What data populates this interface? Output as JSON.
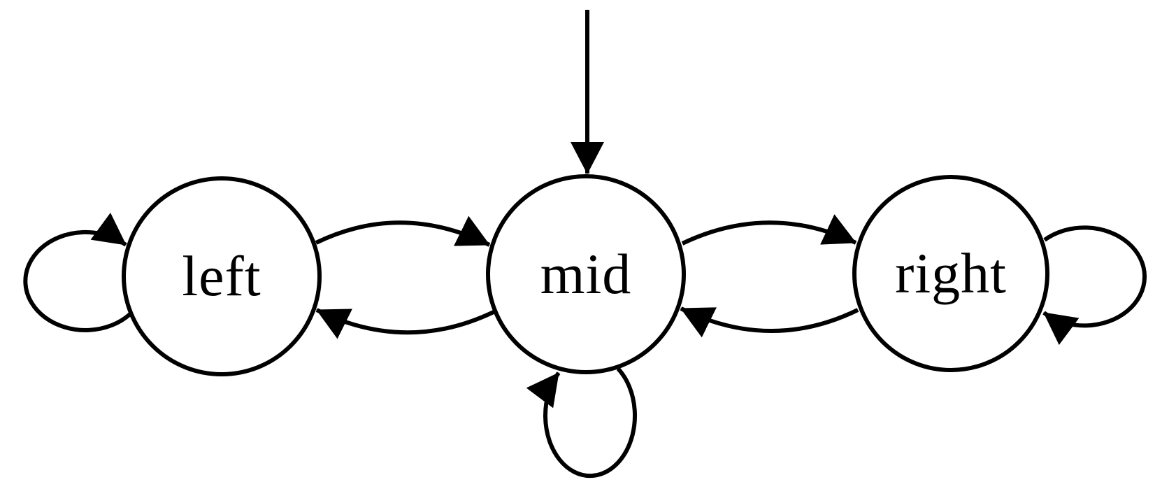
{
  "diagram": {
    "type": "finite-state-machine",
    "background_color": "#ffffff",
    "stroke_color": "#000000",
    "states": [
      {
        "id": "left",
        "label": "left",
        "initial": false
      },
      {
        "id": "mid",
        "label": "mid",
        "initial": true
      },
      {
        "id": "right",
        "label": "right",
        "initial": false
      }
    ],
    "transitions": [
      {
        "from": "left",
        "to": "left",
        "kind": "self-loop-west"
      },
      {
        "from": "left",
        "to": "mid",
        "kind": "curved-top"
      },
      {
        "from": "mid",
        "to": "left",
        "kind": "curved-bottom"
      },
      {
        "from": "mid",
        "to": "mid",
        "kind": "self-loop-south"
      },
      {
        "from": "mid",
        "to": "right",
        "kind": "curved-top"
      },
      {
        "from": "right",
        "to": "mid",
        "kind": "curved-bottom"
      },
      {
        "from": "right",
        "to": "right",
        "kind": "self-loop-east"
      }
    ]
  }
}
